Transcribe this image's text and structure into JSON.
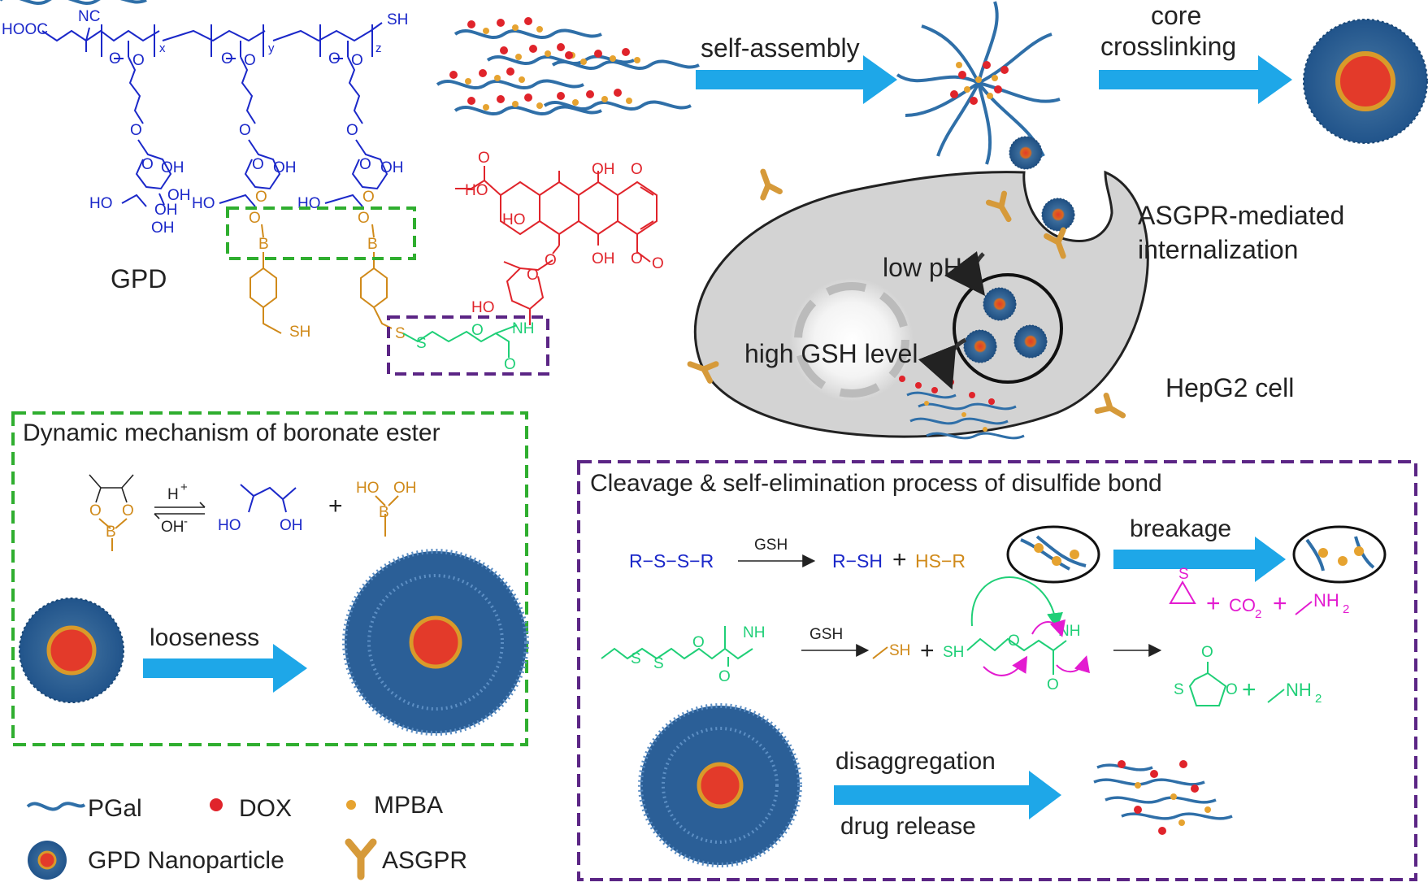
{
  "colors": {
    "polymer_blue": "#1b28c9",
    "dox_red": "#e0242b",
    "mpba_orange": "#d08a1a",
    "linker_green": "#1fcf77",
    "byproduct_magenta": "#e31bd0",
    "arrow_cyan": "#1ea7e8",
    "box_green": "#2fae2f",
    "box_purple": "#5b2585",
    "cell_fill": "#d3d3d3",
    "chain_blue": "#2f6fa8"
  },
  "structure": {
    "hooc": "HOOC",
    "nc": "NC",
    "sh_top": "SH",
    "sub_x": "x",
    "sub_y": "y",
    "sub_z": "z",
    "o": "O",
    "oh": "OH",
    "ho": "HO",
    "b": "B",
    "sh": "SH",
    "s": "S",
    "nh": "NH",
    "gpd": "GPD"
  },
  "top_flow": {
    "self_assembly": "self-assembly",
    "core": "core",
    "crosslinking": "crosslinking"
  },
  "cell": {
    "asgpr_line1": "ASGPR-mediated",
    "asgpr_line2": "internalization",
    "low_ph": "low pH",
    "high_gsh": "high GSH level",
    "hepg2": "HepG2 cell"
  },
  "boronate_box": {
    "title": "Dynamic mechanism of boronate ester",
    "h_plus": "H",
    "plus_sup": "+",
    "oh_minus": "OH",
    "minus_sup": "-",
    "plus": "+",
    "looseness": "looseness"
  },
  "disulfide_box": {
    "title": "Cleavage & self-elimination process of disulfide bond",
    "rssr": "R−S−S−R",
    "gsh": "GSH",
    "r_sh": "R−SH",
    "hs_r": "HS−R",
    "plus": "+",
    "breakage": "breakage",
    "co2": "CO",
    "co2_sub": "2",
    "nh2": "NH",
    "nh2_sub": "2",
    "disaggregation": "disaggregation",
    "drug_release": "drug release"
  },
  "legend": {
    "pgal": "PGal",
    "dox": "DOX",
    "mpba": "MPBA",
    "gpd_np": "GPD Nanoparticle",
    "asgpr": "ASGPR"
  },
  "icons": [
    "polymer-chain-icon",
    "dox-dot-icon",
    "mpba-dot-icon",
    "nanoparticle-icon",
    "asgpr-receptor-icon",
    "process-arrow-icon"
  ]
}
